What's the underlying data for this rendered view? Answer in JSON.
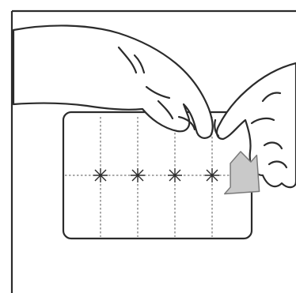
{
  "illustration": {
    "subject": "instruction-illustration-peel-blister-card",
    "colors": {
      "ink": "#2b2b2b",
      "arrow_fill": "#c9c9c9",
      "arrow_stroke": "#7a7a7a",
      "perforation": "#555555",
      "background": "#ffffff"
    },
    "blister_card": {
      "columns": 5,
      "rows": 2,
      "pill_marks": 4
    },
    "icons": [
      "left-hand-icon",
      "right-hand-icon",
      "peel-direction-arrow-icon"
    ]
  }
}
